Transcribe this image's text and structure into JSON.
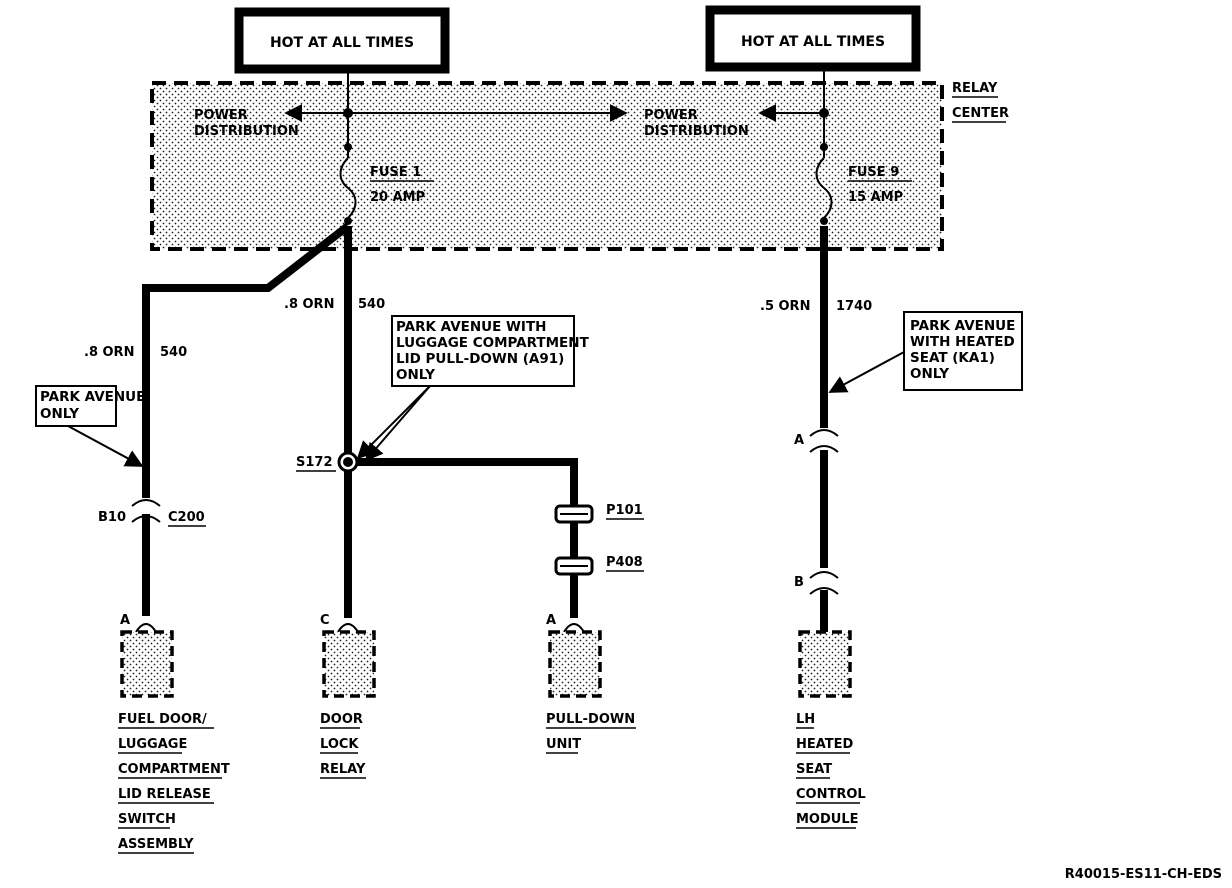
{
  "hot_at_all_times_left": "HOT AT ALL TIMES",
  "hot_at_all_times_right": "HOT AT ALL TIMES",
  "relay_center": [
    "RELAY",
    "CENTER"
  ],
  "power_distribution_left": [
    "POWER",
    "DISTRIBUTION"
  ],
  "power_distribution_right": [
    "POWER",
    "DISTRIBUTION"
  ],
  "fuse1": [
    "FUSE 1",
    "20 AMP"
  ],
  "fuse9": [
    "FUSE 9",
    "15 AMP"
  ],
  "wire_left_branch": {
    "gauge": ".8 ORN",
    "circuit": "540"
  },
  "wire_center": {
    "gauge": ".8 ORN",
    "circuit": "540"
  },
  "wire_right": {
    "gauge": ".5 ORN",
    "circuit": "1740"
  },
  "note_park_avenue_only": [
    "PARK AVENUE",
    "ONLY"
  ],
  "note_luggage": [
    "PARK AVENUE WITH",
    "LUGGAGE COMPARTMENT",
    "LID PULL-DOWN (A91)",
    "ONLY"
  ],
  "note_heated_seat": [
    "PARK AVENUE",
    "WITH HEATED",
    "SEAT (KA1)",
    "ONLY"
  ],
  "splice": "S172",
  "connector_b10": "B10",
  "connector_c200": "C200",
  "connector_p101": "P101",
  "connector_p408": "P408",
  "pin_fuel_door": "A",
  "pin_door_lock": "C",
  "pin_pull_down": "A",
  "pin_heated_a": "A",
  "pin_heated_b": "B",
  "component_fuel_door": [
    "FUEL DOOR/",
    "LUGGAGE",
    "COMPARTMENT",
    "LID RELEASE",
    "SWITCH",
    "ASSEMBLY"
  ],
  "component_door_lock": [
    "DOOR",
    "LOCK",
    "RELAY"
  ],
  "component_pull_down": [
    "PULL-DOWN",
    "UNIT"
  ],
  "component_heated_seat": [
    "LH",
    "HEATED",
    "SEAT",
    "CONTROL",
    "MODULE"
  ],
  "figure_code": "R40015-ES11-CH-EDS"
}
